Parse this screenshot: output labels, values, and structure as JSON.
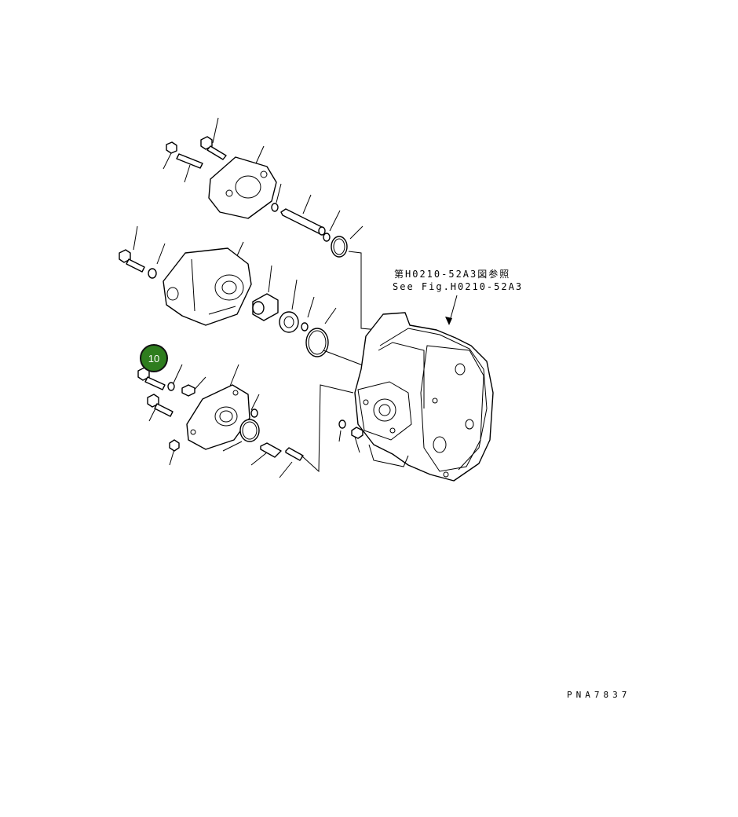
{
  "reference": {
    "japanese": "第H0210-52A3図参照",
    "english": "See Fig.H0210-52A3"
  },
  "part_code": "PNA7837",
  "marker": {
    "label": "10",
    "color": "#2e7d1e"
  }
}
